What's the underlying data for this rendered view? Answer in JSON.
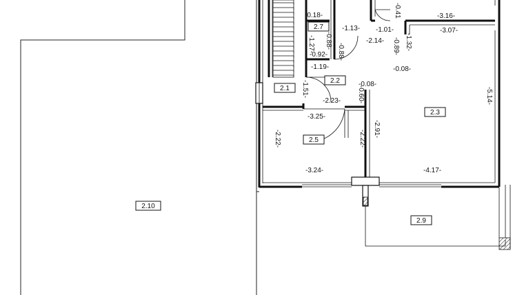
{
  "rooms": [
    {
      "id": "2.1",
      "label": "2.1"
    },
    {
      "id": "2.2",
      "label": "2.2"
    },
    {
      "id": "2.3",
      "label": "2.3"
    },
    {
      "id": "2.5",
      "label": "2.5"
    },
    {
      "id": "2.7",
      "label": "2.7"
    },
    {
      "id": "2.9",
      "label": "2.9"
    },
    {
      "id": "2.10",
      "label": "2.10"
    }
  ],
  "dimensions": {
    "d018": "-0.18-",
    "d127": "-1.27-",
    "d088a": "-0.88-",
    "d092": "-0.92-",
    "d088b": "-0.88-",
    "d113": "-1.13-",
    "d041": "-0.41",
    "d101": "-1.01-",
    "d214": "-2.14-",
    "d132": "-1.32-",
    "d089": "-0.89-",
    "d316": "-3.16-",
    "d307": "-3.07-",
    "d008a": "-0.08-",
    "d119": "-1.19-",
    "d151": "-1.51-",
    "d008b": "-0.08-",
    "d060": "-0.60-",
    "d223": "-2.23-",
    "d514": "-5.14-",
    "d325": "-3.25-",
    "d291": "-2.91-",
    "d222a": "-2.22-",
    "d222b": "-2.22-",
    "d324": "-3.24-",
    "d417": "-4.17-"
  }
}
